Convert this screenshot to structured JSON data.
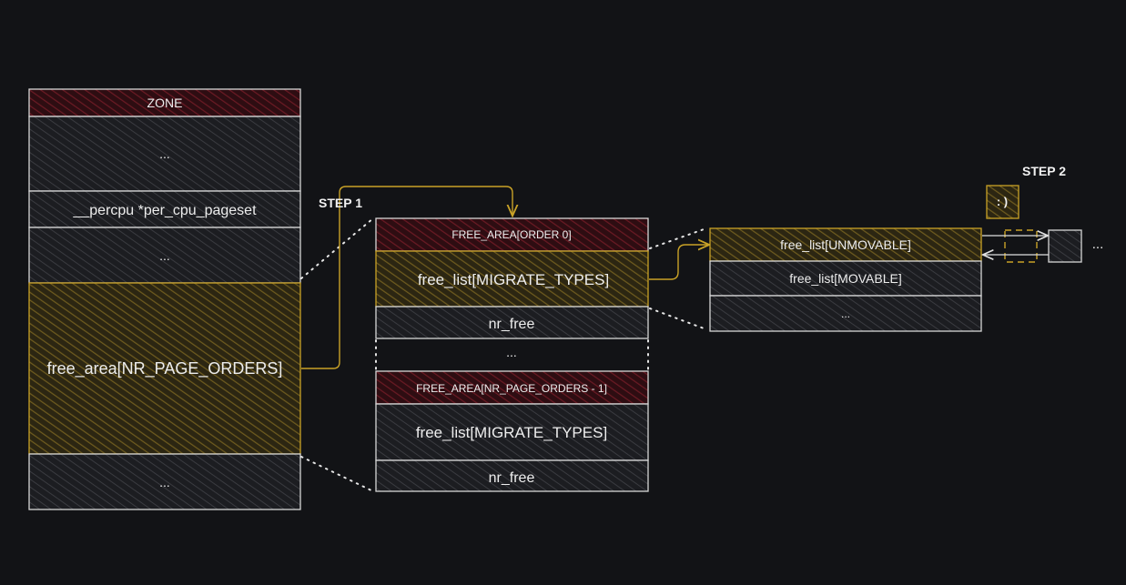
{
  "zone": {
    "title": "ZONE",
    "rows": [
      "...",
      "__percpu *per_cpu_pageset",
      "...",
      "free_area[NR_PAGE_ORDERS]",
      "..."
    ]
  },
  "free_area_first": {
    "title": "FREE_AREA[ORDER 0]",
    "free_list": "free_list[MIGRATE_TYPES]",
    "nr_free": "nr_free"
  },
  "middle_gap": "...",
  "free_area_last": {
    "title": "FREE_AREA[NR_PAGE_ORDERS - 1]",
    "free_list": "free_list[MIGRATE_TYPES]",
    "nr_free": "nr_free"
  },
  "free_lists": {
    "unmovable": "free_list[UNMOVABLE]",
    "movable": "free_list[MOVABLE]",
    "more": "..."
  },
  "step1": "STEP 1",
  "step2": "STEP 2",
  "smiley": ": )",
  "list_more": "...",
  "colors": {
    "background": "#121316",
    "header_red": "#4a1219",
    "highlight_gold": "#5b4a18",
    "cell_dark": "#26272b",
    "stroke_gold": "#c9a227",
    "stroke_light": "#d6d6d6"
  }
}
